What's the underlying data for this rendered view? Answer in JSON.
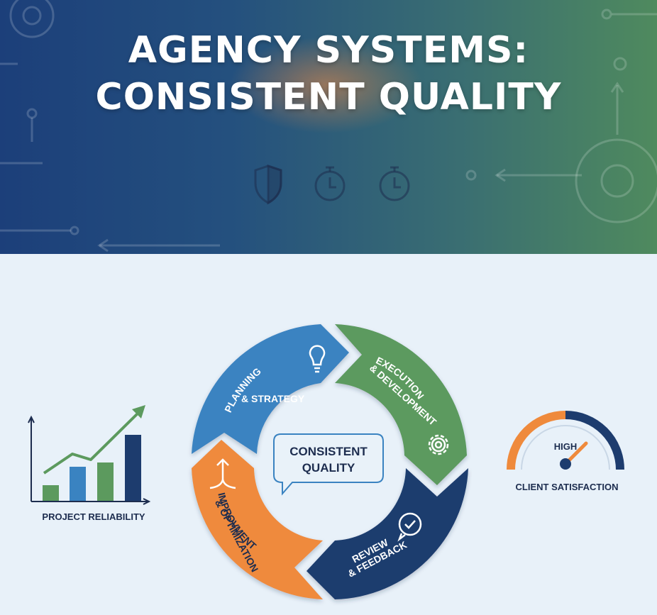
{
  "header": {
    "title_line1": "AGENCY SYSTEMS:",
    "title_line2": "CONSISTENT QUALITY"
  },
  "cycle": {
    "center_label_line1": "CONSISTENT",
    "center_label_line2": "QUALITY",
    "stages": [
      {
        "line1": "PLANNING",
        "line2": "& STRATEGY",
        "color": "#3a83c1",
        "icon": "lightbulb-icon"
      },
      {
        "line1": "EXECUTION",
        "line2": "& DEVELOPMENT",
        "color": "#5c9a5e",
        "icon": "gear-icon"
      },
      {
        "line1": "REVIEW",
        "line2": "& FEEDBACK",
        "color": "#1d3c6e",
        "icon": "checkmark-chat-icon"
      },
      {
        "line1": "IMPROVMENT",
        "line2": "& OPTIMIZATION",
        "color": "#ef8a3c",
        "icon": "growth-arrow-icon"
      }
    ]
  },
  "reliability_chart": {
    "caption": "PROJECT RELIABILITY",
    "bar_colors": [
      "#5c9a5e",
      "#3a83c1",
      "#5c9a5e",
      "#1d3c6e"
    ],
    "trend_color": "#5c9a5e"
  },
  "satisfaction_gauge": {
    "label": "HIGH",
    "caption": "CLIENT SATISFACTION",
    "colors": {
      "left": "#ef8a3c",
      "right": "#1d3c6e"
    }
  }
}
